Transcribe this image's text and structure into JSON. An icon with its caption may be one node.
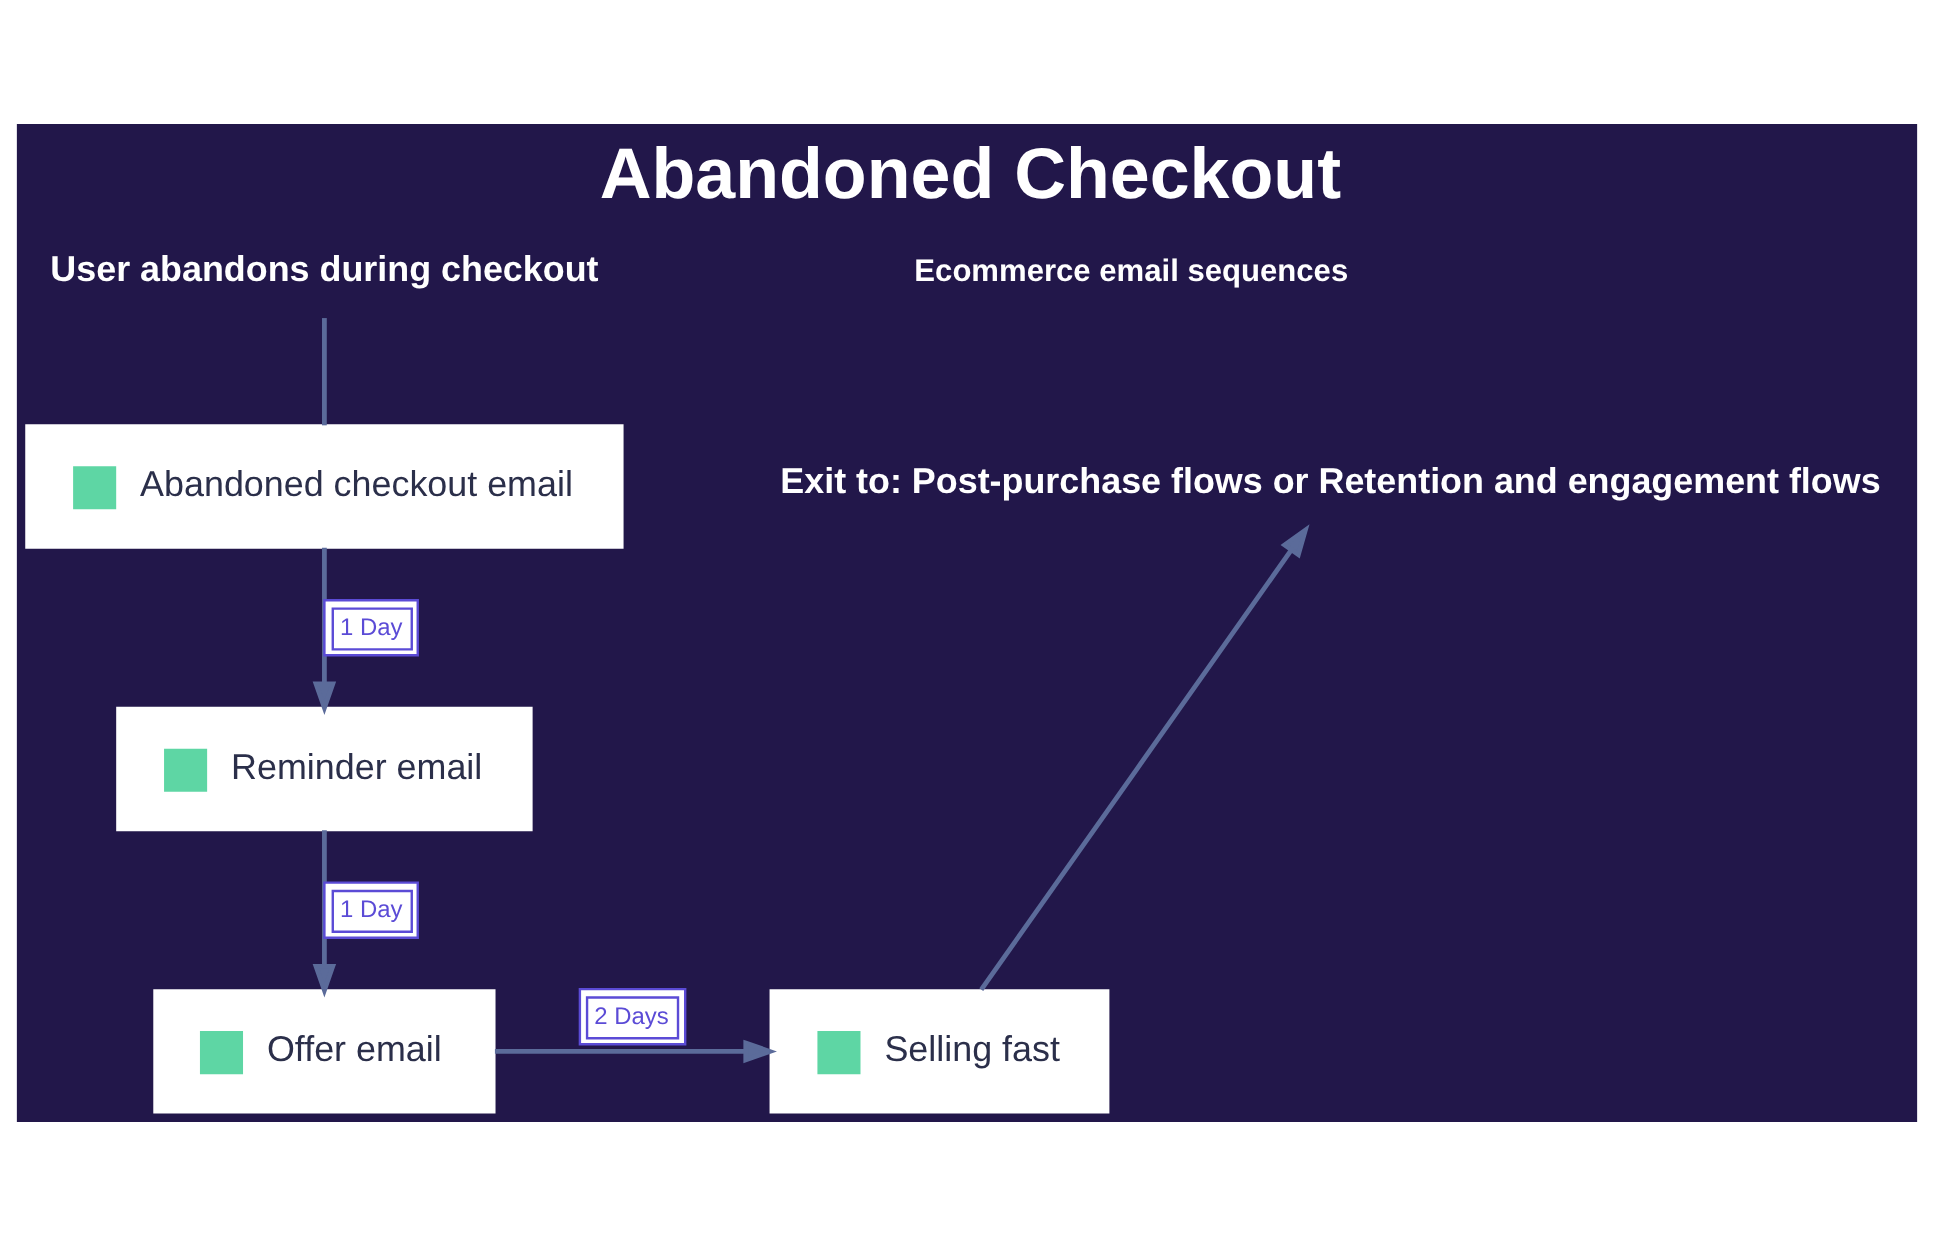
{
  "diagram": {
    "title": "Abandoned Checkout",
    "nodes": [
      {
        "text": [
          "User abandons during checkout"
        ]
      },
      {
        "text": [
          "Abandoned checkout email"
        ]
      },
      {
        "text": [
          "Reminder email"
        ]
      },
      {
        "text": [
          "Offer email"
        ]
      },
      {
        "text": [
          "Selling fast"
        ]
      },
      {
        "text": [
          "Exit to: Post-purchase flows or Retention and engagement flows"
        ]
      }
    ],
    "edges": [
      {
        "from": 0,
        "to": 1,
        "arrow": "none"
      },
      {
        "from": 1,
        "to": 2,
        "arrow": "to",
        "label": "1 Day"
      },
      {
        "from": 2,
        "to": 3,
        "arrow": "to",
        "label": "1 Day"
      },
      {
        "from": 3,
        "to": 4,
        "arrow": "to",
        "label": "2 Days"
      },
      {
        "from": 4,
        "to": 5,
        "arrow": "to"
      }
    ],
    "labels": [
      "Ecommerce email sequences"
    ]
  }
}
